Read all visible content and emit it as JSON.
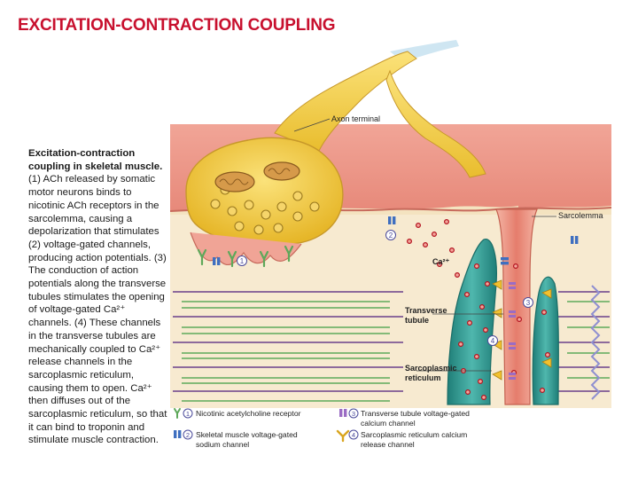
{
  "title": "EXCITATION-CONTRACTION COUPLING",
  "caption": {
    "heading": "Excitation-contraction coupling in skeletal muscle.",
    "body": "(1) ACh released by somatic motor neurons binds to nicotinic ACh receptors in the sarcolemma, causing a depolarization that stimulates (2) voltage-gated channels, producing action potentials. (3) The conduction of action potentials along the transverse tubules stimulates the opening of voltage-gated Ca²⁺ channels. (4) These channels in the transverse tubules are mechanically coupled to Ca²⁺ release channels in the sarcoplasmic reticulum, causing them to open. Ca²⁺ then diffuses out of the sarcoplasmic reticulum, so that it can bind to troponin and stimulate muscle contraction."
  },
  "labels": {
    "axon_terminal": "Axon terminal",
    "sarcolemma": "Sarcolemma",
    "ca": "Ca²⁺",
    "transverse_tubule_1": "Transverse",
    "transverse_tubule_2": "tubule",
    "sarcoplasmic_1": "Sarcoplasmic",
    "sarcoplasmic_2": "reticulum",
    "n1": "1",
    "n2": "2",
    "n3": "3",
    "n4": "4"
  },
  "legend": [
    {
      "num": "1",
      "line1": "Nicotinic acetylcholine receptor",
      "line2": ""
    },
    {
      "num": "2",
      "line1": "Skeletal muscle voltage-gated",
      "line2": "sodium channel"
    },
    {
      "num": "3",
      "line1": "Transverse tubule voltage-gated",
      "line2": "calcium channel"
    },
    {
      "num": "4",
      "line1": "Sarcoplasmic reticulum calcium",
      "line2": "release channel"
    }
  ],
  "colors": {
    "title": "#c8102e",
    "nerve": "#f2d34a",
    "membrane": "#e98d7e",
    "cytoplasm": "#f7ead0",
    "reticulum": "#2e9c94",
    "calcium": "#d2232a"
  }
}
